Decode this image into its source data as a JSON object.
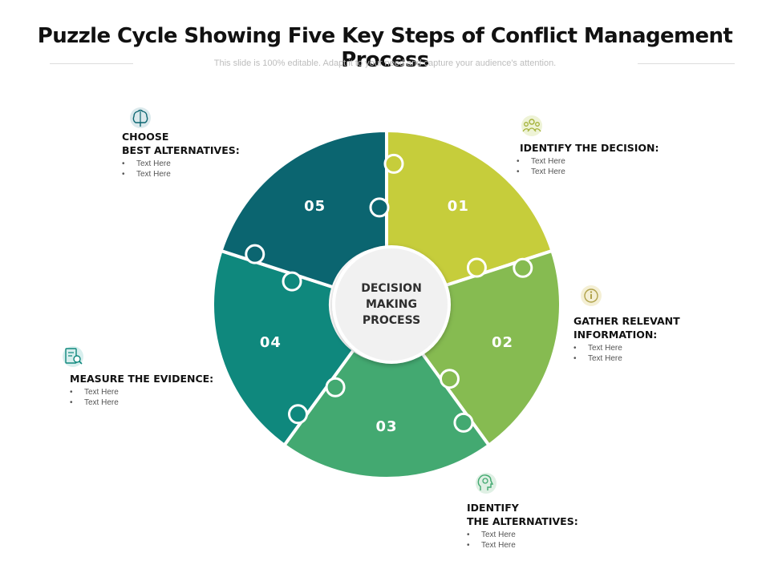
{
  "header": {
    "title": "Puzzle Cycle Showing Five Key Steps of Conflict Management Process",
    "subtitle": "This slide is 100% editable. Adapt it to your need and capture your audience's attention."
  },
  "center": {
    "line1": "DECISION",
    "line2": "MAKING",
    "line3": "PROCESS"
  },
  "segments": [
    {
      "number": "01",
      "color": "#c6cd3b"
    },
    {
      "number": "02",
      "color": "#86bb51"
    },
    {
      "number": "03",
      "color": "#43a971"
    },
    {
      "number": "04",
      "color": "#0f887d"
    },
    {
      "number": "05",
      "color": "#0b6570"
    }
  ],
  "steps": [
    {
      "title_line1": "IDENTIFY THE DECISION:",
      "title_line2": "",
      "bullets": [
        "Text Here",
        "Text Here"
      ],
      "icon": "team-icon"
    },
    {
      "title_line1": "GATHER RELEVANT",
      "title_line2": "INFORMATION:",
      "bullets": [
        "Text Here",
        "Text Here"
      ],
      "icon": "info-icon"
    },
    {
      "title_line1": "IDENTIFY",
      "title_line2": "THE ALTERNATIVES:",
      "bullets": [
        "Text Here",
        "Text Here"
      ],
      "icon": "head-idea-icon"
    },
    {
      "title_line1": "MEASURE THE EVIDENCE:",
      "title_line2": "",
      "bullets": [
        "Text Here",
        "Text Here"
      ],
      "icon": "document-search-icon"
    },
    {
      "title_line1": "CHOOSE",
      "title_line2": "BEST ALTERNATIVES:",
      "bullets": [
        "Text Here",
        "Text Here"
      ],
      "icon": "brain-icon"
    }
  ],
  "bullet_char": "•",
  "icon_color": "#6fb37d"
}
